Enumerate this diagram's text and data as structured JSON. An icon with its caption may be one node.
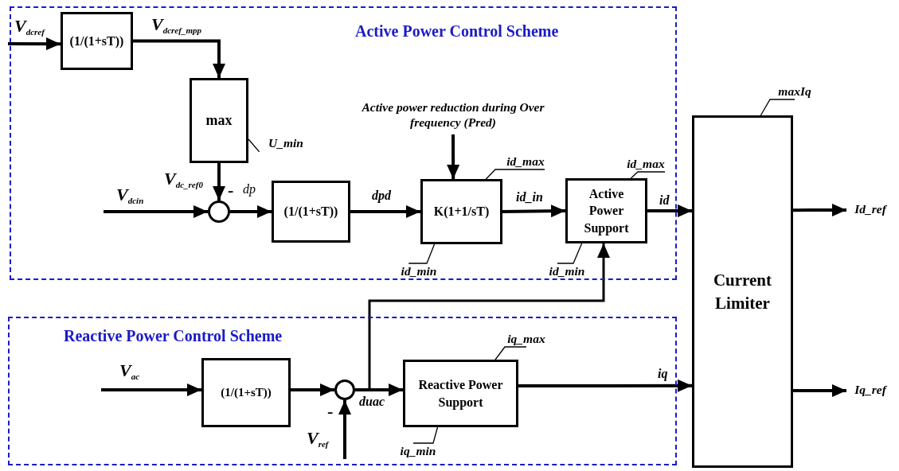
{
  "diagram": {
    "nodes": [
      {
        "text": [
          "Active Power Control Scheme"
        ]
      },
      {
        "text": [
          "(1/(1+sT))"
        ],
        "in": 0
      },
      {
        "text": [
          "max"
        ],
        "in": 0
      },
      {
        "text": [],
        "shape": "circle",
        "in": 0
      },
      {
        "text": [
          "(1/(1+sT))"
        ],
        "in": 0
      },
      {
        "text": [
          "K(1+1/sT)"
        ],
        "in": 0
      },
      {
        "text": [
          "Active Power Support"
        ],
        "in": 0
      },
      {
        "text": [
          "Active power reduction during Over frequency (Pred)"
        ],
        "in": 0
      },
      {
        "text": [
          "Reactive Power Control Scheme"
        ]
      },
      {
        "text": [
          "(1/(1+sT))"
        ],
        "in": 8
      },
      {
        "text": [],
        "shape": "circle",
        "in": 8
      },
      {
        "text": [
          "Reactive Power Support"
        ],
        "in": 8
      },
      {
        "text": [
          "Current Limiter"
        ]
      },
      {
        "text": [
          "U_min"
        ],
        "in": 0
      },
      {
        "text": [
          "id_max"
        ],
        "in": 0
      },
      {
        "text": [
          "id_min"
        ],
        "in": 0
      },
      {
        "text": [
          "id_max"
        ],
        "in": 0
      },
      {
        "text": [
          "id_min"
        ],
        "in": 0
      },
      {
        "text": [
          "iq_max"
        ],
        "in": 8
      },
      {
        "text": [
          "iq_min"
        ],
        "in": 8
      },
      {
        "text": [
          "maxIq"
        ]
      },
      {
        "text": [
          "Id_ref"
        ]
      },
      {
        "text": [
          "Iq_ref"
        ]
      }
    ],
    "edges": [
      {
        "from": null,
        "to": 1,
        "arrow": "to",
        "label": "V$_{dcref}$"
      },
      {
        "from": 1,
        "to": 2,
        "arrow": "to",
        "label": "V$_{dcref_mpp}$"
      },
      {
        "from": 2,
        "to": 3,
        "arrow": "to",
        "label": "V$_{dc_ref0}$"
      },
      {
        "from": null,
        "to": 3,
        "arrow": "to",
        "label": "V$_{dcin}$"
      },
      {
        "from": 3,
        "to": 4,
        "arrow": "to",
        "label": "dp"
      },
      {
        "from": 4,
        "to": 5,
        "arrow": "to",
        "label": "dpd"
      },
      {
        "from": 7,
        "to": 5,
        "arrow": "to"
      },
      {
        "from": 5,
        "to": 6,
        "arrow": "to",
        "label": "id_in"
      },
      {
        "from": 6,
        "to": 12,
        "arrow": "to",
        "label": "id"
      },
      {
        "from": null,
        "to": 9,
        "arrow": "to",
        "label": "V$_{ac}$"
      },
      {
        "from": 9,
        "to": 10,
        "arrow": "to"
      },
      {
        "from": null,
        "to": 10,
        "arrow": "to",
        "label": "V$_{ref}$"
      },
      {
        "from": 10,
        "to": 11,
        "arrow": "to",
        "label": "duac"
      },
      {
        "from": 10,
        "to": 6,
        "arrow": "to"
      },
      {
        "from": 11,
        "to": 12,
        "arrow": "to",
        "label": "iq"
      },
      {
        "from": 12,
        "to": 21,
        "arrow": "to"
      },
      {
        "from": 12,
        "to": 22,
        "arrow": "to"
      },
      {
        "from": 13,
        "to": 2,
        "arrow": "none"
      },
      {
        "from": 14,
        "to": 5,
        "arrow": "none"
      },
      {
        "from": 15,
        "to": 5,
        "arrow": "none"
      },
      {
        "from": 16,
        "to": 6,
        "arrow": "none"
      },
      {
        "from": 17,
        "to": 6,
        "arrow": "none"
      },
      {
        "from": 18,
        "to": 11,
        "arrow": "none"
      },
      {
        "from": 19,
        "to": 11,
        "arrow": "none"
      },
      {
        "from": 20,
        "to": 12,
        "arrow": "none"
      }
    ],
    "labels": [
      "-",
      "-"
    ]
  }
}
